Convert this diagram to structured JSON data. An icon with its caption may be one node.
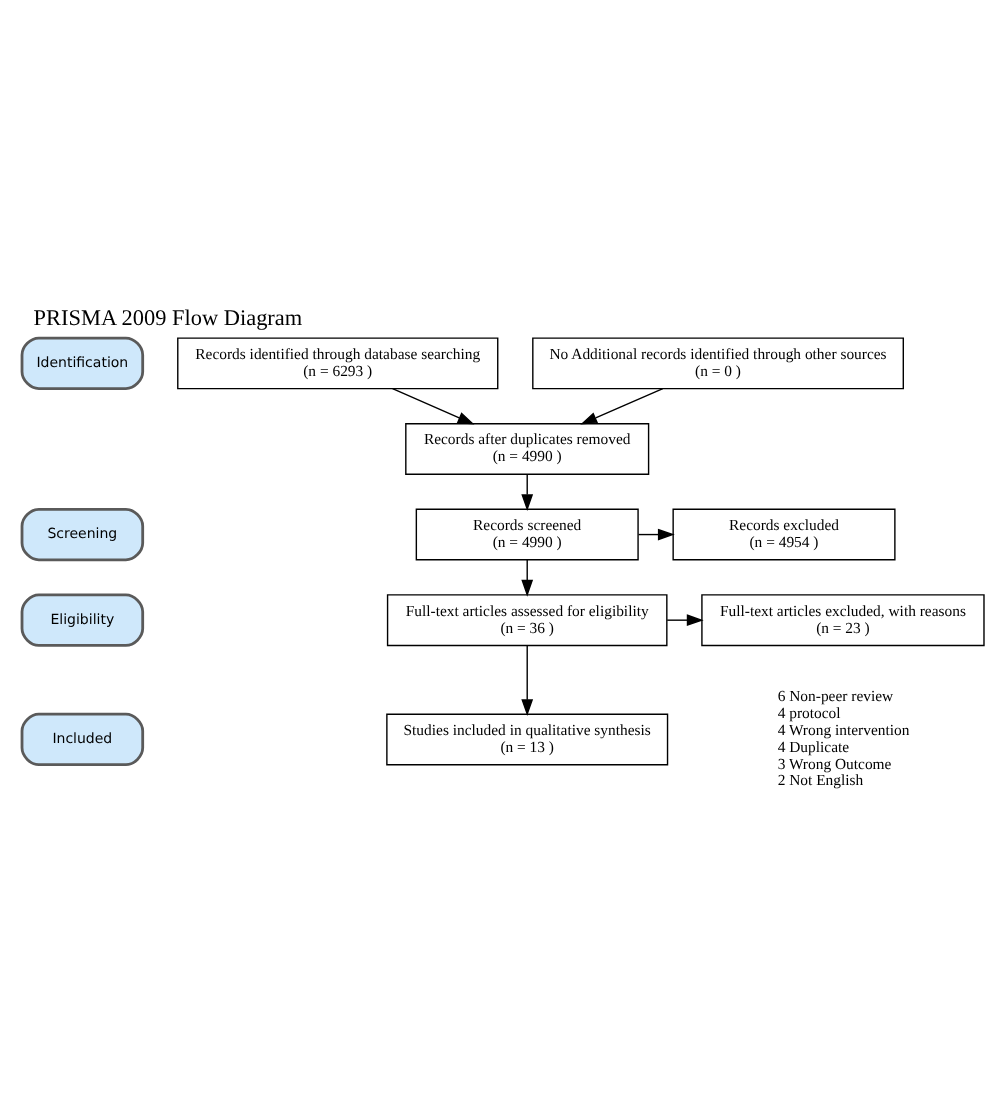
{
  "diagram": {
    "title": "PRISMA 2009 Flow Diagram",
    "nodes": [
      {
        "text": [
          "Identification"
        ]
      },
      {
        "text": [
          "Records identified through database searching",
          "(n = 6293 )"
        ]
      },
      {
        "text": [
          "No Additional records identified through other sources",
          "(n = 0 )"
        ]
      },
      {
        "text": [
          "Screening"
        ]
      },
      {
        "text": [
          "Records after duplicates removed",
          "(n = 4990 )"
        ]
      },
      {
        "text": [
          "Records screened",
          "(n = 4990 )"
        ]
      },
      {
        "text": [
          "Records excluded",
          "(n = 4954 )"
        ]
      },
      {
        "text": [
          "Eligibility"
        ]
      },
      {
        "text": [
          "Full-text articles assessed for eligibility",
          "(n = 36 )"
        ]
      },
      {
        "text": [
          "Full-text articles excluded, with reasons",
          "(n = 23 )"
        ],
        "beside": [
          "6 Non-peer review",
          "4 protocol",
          "4 Wrong intervention",
          "4 Duplicate",
          "3 Wrong Outcome",
          "2 Not English"
        ]
      },
      {
        "text": [
          "Included"
        ]
      },
      {
        "text": [
          "Studies included in qualitative synthesis",
          "(n = 13 )"
        ]
      }
    ],
    "edges": [
      {
        "from": 1,
        "to": 4,
        "arrow": "to"
      },
      {
        "from": 2,
        "to": 4,
        "arrow": "to"
      },
      {
        "from": 4,
        "to": 5,
        "arrow": "to"
      },
      {
        "from": 5,
        "to": 6,
        "arrow": "to"
      },
      {
        "from": 5,
        "to": 8,
        "arrow": "to"
      },
      {
        "from": 8,
        "to": 9,
        "arrow": "to"
      },
      {
        "from": 8,
        "to": 11,
        "arrow": "to"
      }
    ]
  }
}
